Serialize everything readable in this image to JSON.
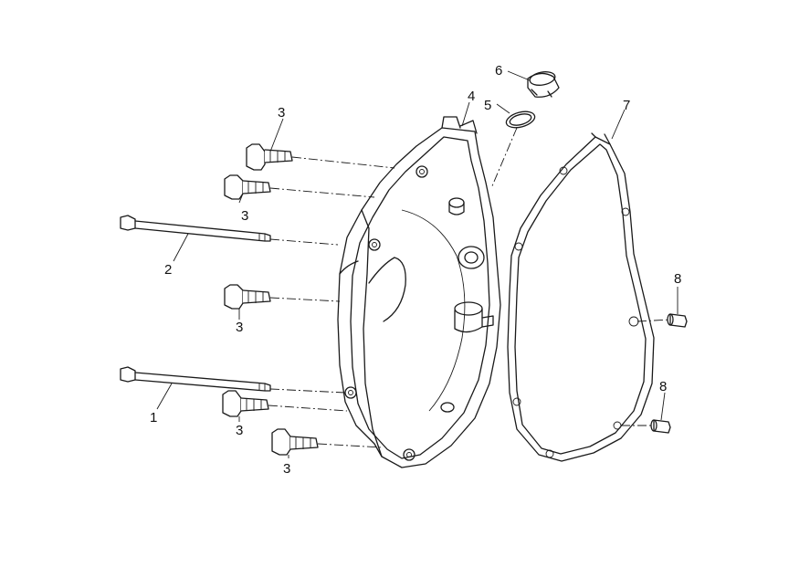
{
  "labels": {
    "c1": "1",
    "c2": "2",
    "c3a": "3",
    "c3b": "3",
    "c3c": "3",
    "c3d": "3",
    "c3e": "3",
    "c4": "4",
    "c5": "5",
    "c6": "6",
    "c7": "7",
    "c8a": "8",
    "c8b": "8"
  }
}
